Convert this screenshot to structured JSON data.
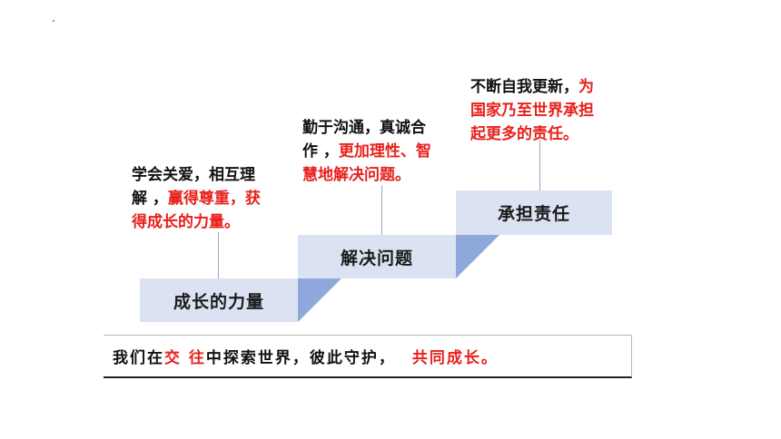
{
  "steps": [
    {
      "label": "成长的力量"
    },
    {
      "label": "解决问题"
    },
    {
      "label": "承担责任"
    }
  ],
  "notes": [
    {
      "line1": "学会关爱，相互理",
      "line2a": "解 ，",
      "line2b": "赢得尊重，获",
      "line3": "得成长的力量。"
    },
    {
      "line1": "勤于沟通，真诚合",
      "line2a": "作 ，",
      "line2b": "更加理性、智",
      "line3": "慧地解决问题。"
    },
    {
      "line1a": "不断自我更新，",
      "line1b": "为",
      "line2": "国家乃至世界承担",
      "line3": "起更多的责任。"
    }
  ],
  "summary": {
    "part1": "我们在",
    "part2": "交 往",
    "part3": "中探索世界，彼此守护，",
    "part4": "共同成长。"
  },
  "colors": {
    "step_fill": "#dbe3f3",
    "riser_fill": "#8fa8dc",
    "highlight": "#e8201c"
  }
}
